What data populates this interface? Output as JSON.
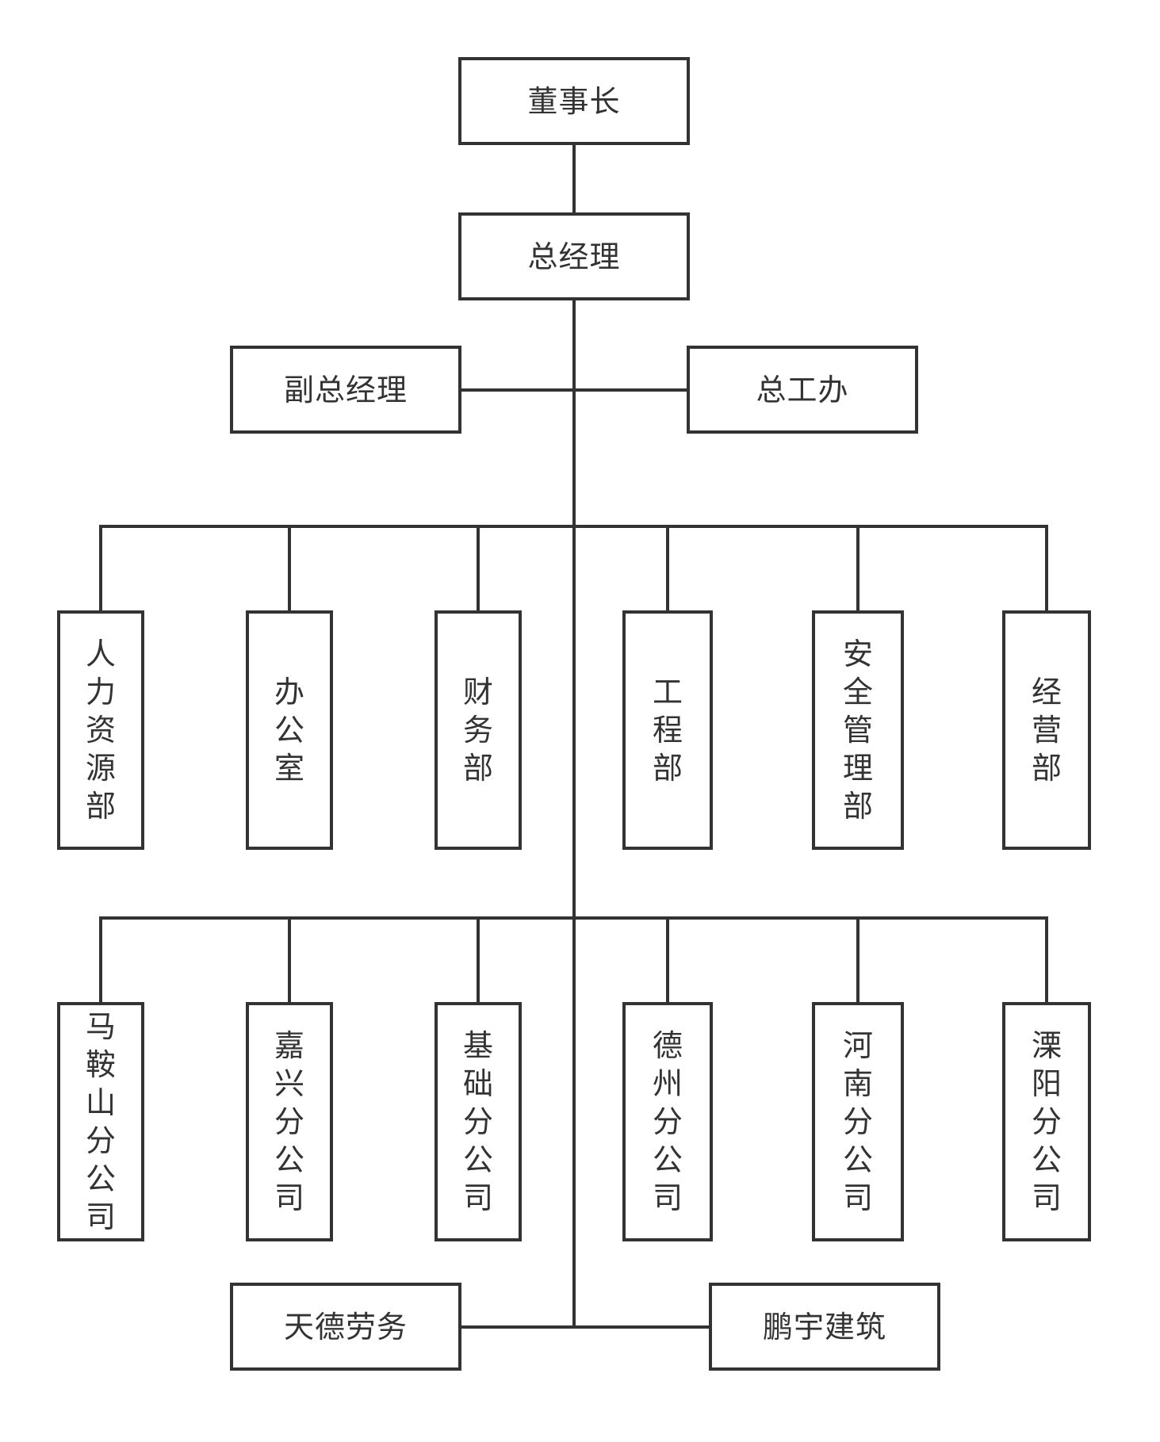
{
  "nodes": {
    "chairman": "董事长",
    "general_manager": "总经理",
    "deputy_gm": "副总经理",
    "chief_engineer_office": "总工办",
    "departments": [
      "人力资源部",
      "办公室",
      "财务部",
      "工程部",
      "安全管理部",
      "经营部"
    ],
    "branches": [
      "马鞍山分公司",
      "嘉兴分公司",
      "基础分公司",
      "德州分公司",
      "河南分公司",
      "溧阳分公司"
    ],
    "tiande_labor": "天德劳务",
    "pengyu_construction": "鹏宇建筑"
  },
  "colors": {
    "stroke": "#333333",
    "background": "#ffffff",
    "text": "#333333"
  }
}
